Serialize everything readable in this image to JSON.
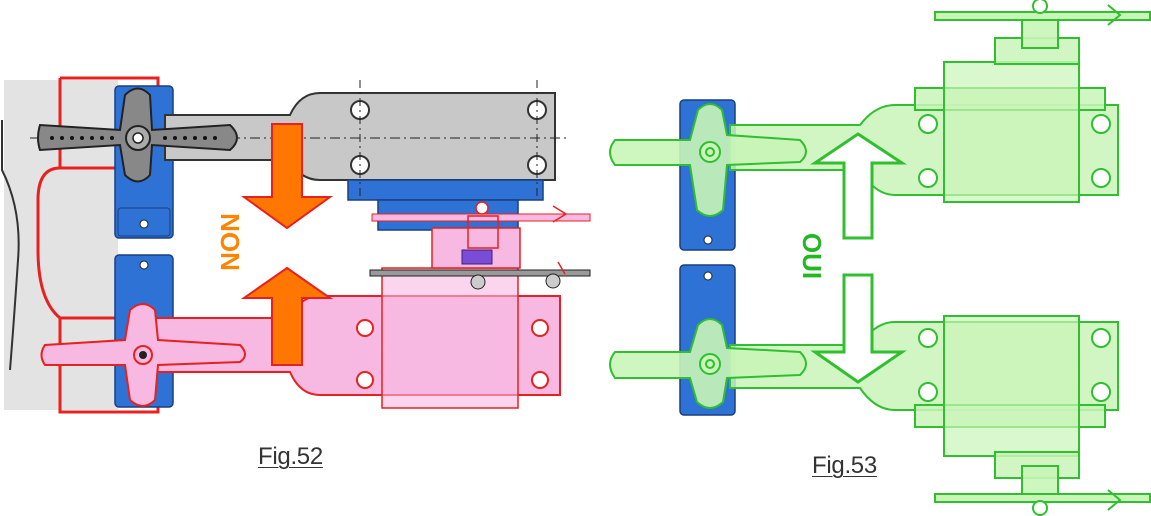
{
  "figures": [
    {
      "caption": "Fig.52",
      "verdict": "NON",
      "verdict_color": "#ff8400",
      "arrow_color": "#ff7700",
      "arm_color": "#c8c8c8",
      "pink_fill": "#f7b9e1"
    },
    {
      "caption": "Fig.53",
      "verdict": "OUI",
      "verdict_color": "#22b822",
      "outline_color": "#2fbf2f",
      "fill_color": "#c9f5b8"
    }
  ],
  "colors": {
    "servo_blue": "#2f72d6",
    "red_outline": "#e82020",
    "panel_gray": "#dcdcdc"
  }
}
